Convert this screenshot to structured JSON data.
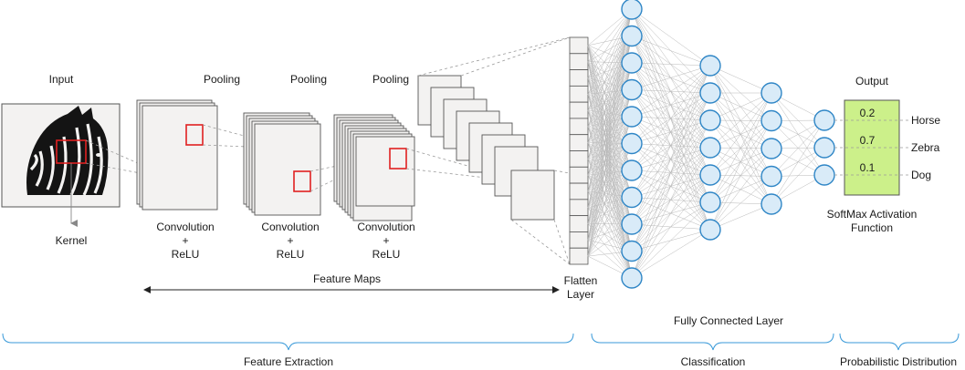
{
  "labels": {
    "input": "Input",
    "kernel": "Kernel",
    "pooling": "Pooling",
    "conv_line1": "Convolution",
    "conv_plus": "+",
    "conv_relu": "ReLU",
    "feature_maps": "Feature Maps",
    "flatten_line1": "Flatten",
    "flatten_line2": "Layer",
    "fully_connected": "Fully Connected Layer",
    "output": "Output",
    "softmax_line1": "SoftMax Activation",
    "softmax_line2": "Function"
  },
  "sections": {
    "feature_extraction": "Feature Extraction",
    "classification": "Classification",
    "probabilistic": "Probabilistic Distribution"
  },
  "outputs": [
    {
      "value": "0.2",
      "label": "Horse"
    },
    {
      "value": "0.7",
      "label": "Zebra"
    },
    {
      "value": "0.1",
      "label": "Dog"
    }
  ],
  "colors": {
    "kernel": "#e02020",
    "neuron_fill": "#d9ebf8",
    "neuron_stroke": "#2f86c6",
    "output_box": "#ccf08a",
    "brace": "#3a9ad9"
  }
}
